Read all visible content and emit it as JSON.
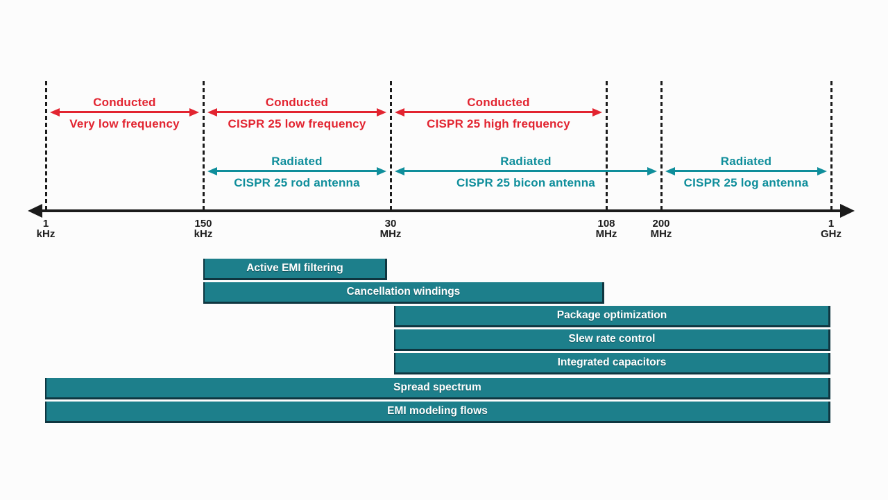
{
  "colors": {
    "red": "#e22430",
    "teal": "#0f8e9b",
    "tealBar": "#1d7f8b",
    "barEdge": "#0f3640",
    "ink": "#1b1b1b",
    "barText": "#ffffff",
    "background": "#fcfcfc"
  },
  "axis": {
    "ticks": [
      {
        "value": "1",
        "unit": "kHz"
      },
      {
        "value": "150",
        "unit": "kHz"
      },
      {
        "value": "30",
        "unit": "MHz"
      },
      {
        "value": "108",
        "unit": "MHz"
      },
      {
        "value": "200",
        "unit": "MHz"
      },
      {
        "value": "1",
        "unit": "GHz"
      }
    ]
  },
  "bands": {
    "conducted": [
      {
        "title": "Conducted",
        "subtitle": "Very low frequency",
        "from": 0,
        "to": 1
      },
      {
        "title": "Conducted",
        "subtitle": "CISPR 25 low frequency",
        "from": 1,
        "to": 2
      },
      {
        "title": "Conducted",
        "subtitle": "CISPR 25 high frequency",
        "from": 2,
        "to": 3
      }
    ],
    "radiated": [
      {
        "title": "Radiated",
        "subtitle": "CISPR 25 rod antenna",
        "from": 1,
        "to": 2
      },
      {
        "title": "Radiated",
        "subtitle": "CISPR 25 bicon antenna",
        "from": 2,
        "to": 4
      },
      {
        "title": "Radiated",
        "subtitle": "CISPR 25 log antenna",
        "from": 4,
        "to": 5
      }
    ]
  },
  "technique_bars": [
    {
      "label": "Active EMI filtering",
      "from": 1,
      "to": 2
    },
    {
      "label": "Cancellation windings",
      "from": 1,
      "to": 3
    },
    {
      "label": "Package optimization",
      "from": 2,
      "to": 5
    },
    {
      "label": "Slew rate control",
      "from": 2,
      "to": 5
    },
    {
      "label": "Integrated capacitors",
      "from": 2,
      "to": 5
    },
    {
      "label": "Spread spectrum",
      "from": 0,
      "to": 5
    },
    {
      "label": "EMI modeling flows",
      "from": 0,
      "to": 5
    }
  ]
}
